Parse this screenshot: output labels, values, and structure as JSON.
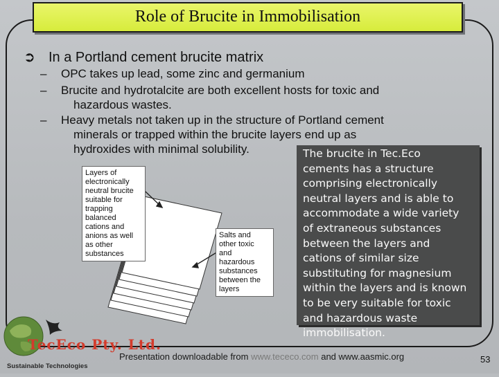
{
  "slide": {
    "title": "Role of Brucite in Immobilisation",
    "bullet": "In a Portland cement brucite matrix",
    "bullet_arrow": "➲",
    "subbullets": [
      "OPC takes up lead, some zinc and germanium",
      "Brucite and hydrotalcite are both excellent hosts for toxic and",
      "hazardous wastes.",
      "Heavy metals not taken up in the structure of Portland cement",
      "minerals or trapped within the brucite layers end up as",
      "hydroxides with minimal solubility."
    ],
    "dash": "–",
    "callout_lines": [
      "The brucite in Tec.Eco",
      "cements has a structure",
      "comprising electronically",
      "neutral layers and is able to",
      "accommodate a wide variety",
      "of extraneous substances",
      "between the layers and",
      "cations of similar size",
      "substituting for magnesium",
      "within the layers and is known",
      "to be very suitable for toxic",
      "and hazardous waste",
      "immobilisation."
    ]
  },
  "diagram": {
    "label_left": [
      "Layers of",
      "electronically",
      "neutral brucite",
      "suitable for",
      "trapping",
      "balanced",
      "cations and",
      "anions as well",
      "as other",
      "substances"
    ],
    "label_right": [
      "Salts and",
      "other toxic",
      "and",
      "hazardous",
      "substances",
      "between the",
      "layers"
    ]
  },
  "footer": {
    "prefix": "Presentation downloadable from ",
    "link": "www.tececo.com",
    "suffix": " and www.aasmic.org",
    "page_number": "53"
  },
  "logo": {
    "word": "TecEco Pty. Ltd.",
    "tagline": "Sustainable Technologies"
  },
  "colors": {
    "title_bg": "#dcee45",
    "callout_bg": "#4a4b4b",
    "slide_bg": "#b9bcbf"
  }
}
